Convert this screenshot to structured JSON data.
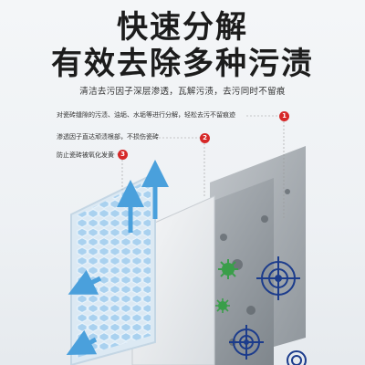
{
  "title_line1": "快速分解",
  "title_line2": "有效去除多种污渍",
  "subtitle": "清洁去污因子深层渗透，瓦解污渍，去污同时不留痕",
  "callouts": [
    {
      "text": "对瓷砖缝隙的污渍、油垢、水垢等进行分解，轻松去污不留痕迹",
      "badge": "1"
    },
    {
      "text": "渗透因子直达顽渍根部，不损伤瓷砖",
      "badge": "2"
    },
    {
      "text": "防止瓷砖被氧化发黄",
      "badge": "3"
    }
  ],
  "colors": {
    "badge": "#d62828",
    "honeycomb": "#9ec8e8",
    "arrow": "#4aa0dc",
    "target": "#1c3c8c",
    "germ": "#3a9e4a"
  }
}
